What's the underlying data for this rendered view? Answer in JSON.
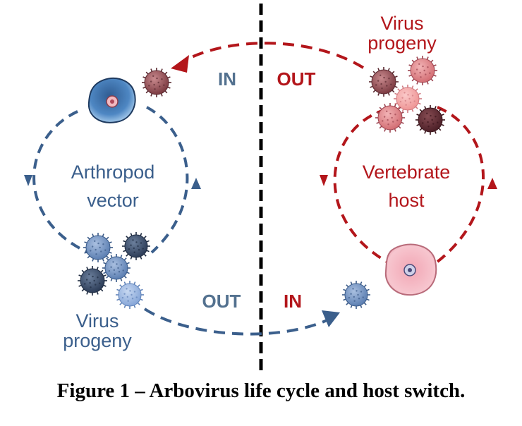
{
  "colors": {
    "vector": "#3b5f8c",
    "host": "#b3161b",
    "divider": "#000000"
  },
  "left": {
    "side_label": "IN",
    "center_line1": "Arthropod",
    "center_line2": "vector",
    "progeny_line1": "Virus",
    "progeny_line2": "progeny",
    "cell_icon": "arthropod-cell-icon"
  },
  "right": {
    "side_label": "OUT",
    "center_line1": "Vertebrate",
    "center_line2": "host",
    "progeny_line1": "Virus",
    "progeny_line2": "progeny",
    "cell_icon": "vertebrate-cell-icon"
  },
  "bottom": {
    "left_label": "OUT",
    "right_label": "IN"
  },
  "caption": "Figure 1 – Arbovirus life cycle and host switch."
}
